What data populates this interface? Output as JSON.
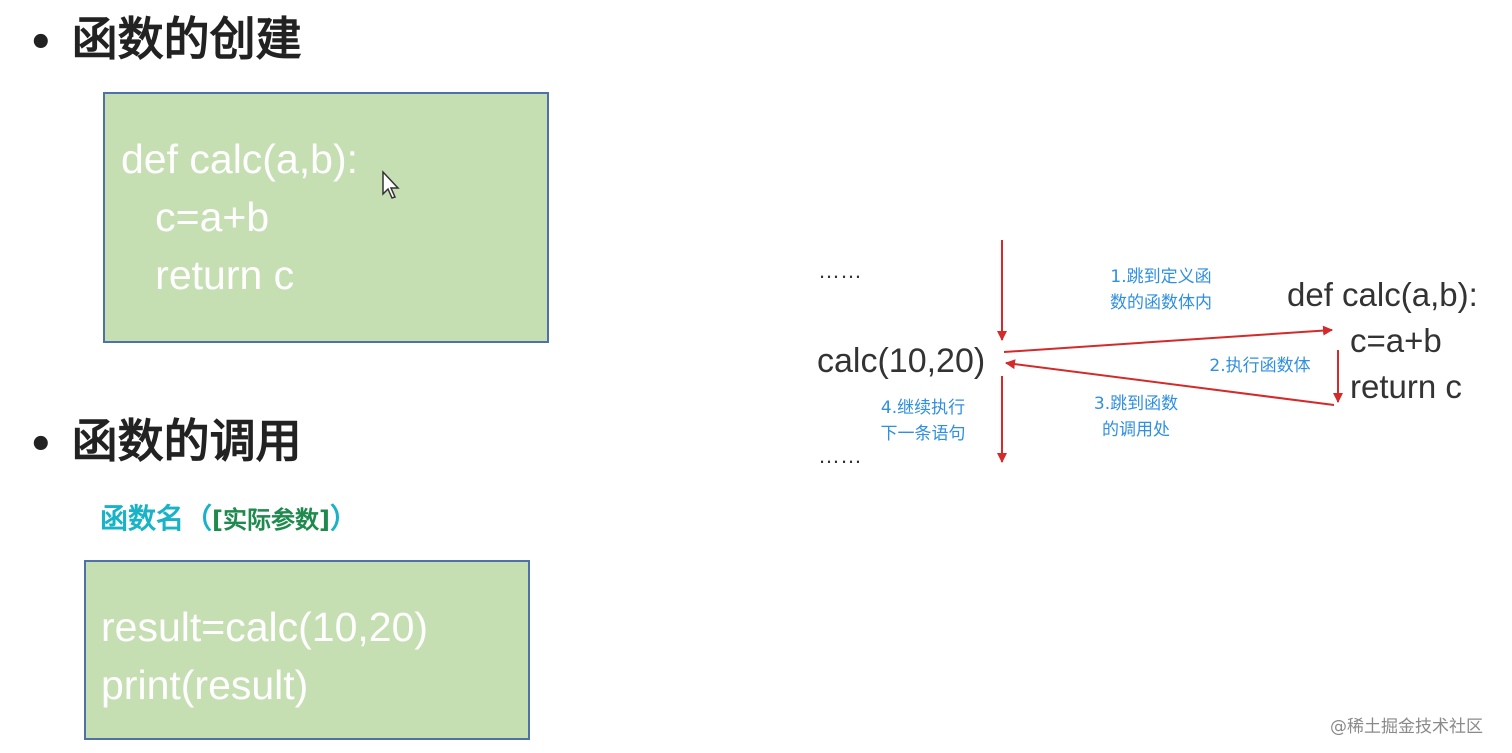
{
  "sections": [
    {
      "bullet": "•",
      "heading": "函数的创建"
    },
    {
      "bullet": "•",
      "heading": "函数的调用"
    }
  ],
  "definition_box": {
    "lines": [
      "def calc(a,b):",
      "   c=a+b",
      "   return c"
    ]
  },
  "call_syntax": {
    "function_name": "函数名",
    "open_paren": "（",
    "arguments": "[实际参数]",
    "close_paren": "）"
  },
  "call_box": {
    "lines": [
      "result=calc(10,20)",
      "print(result)"
    ]
  },
  "diagram": {
    "dots_top": "……",
    "dots_bottom": "……",
    "call_text": "calc(10,20)",
    "def_lines": [
      "def calc(a,b):",
      "c=a+b",
      "return c"
    ],
    "steps": [
      "1.跳到定义函\n数的函数体内",
      "2.执行函数体",
      "3.跳到函数\n的调用处",
      "4.继续执行\n下一条语句"
    ],
    "arrow_color": "#d42a2a",
    "step_color": "#2f8fe0"
  },
  "colors": {
    "code_box_fill": "#c5dfb3",
    "code_box_border": "#5071a8",
    "function_name_color": "#19b3c7",
    "argument_color": "#1e8a4e"
  },
  "watermark": "@稀土掘金技术社区"
}
